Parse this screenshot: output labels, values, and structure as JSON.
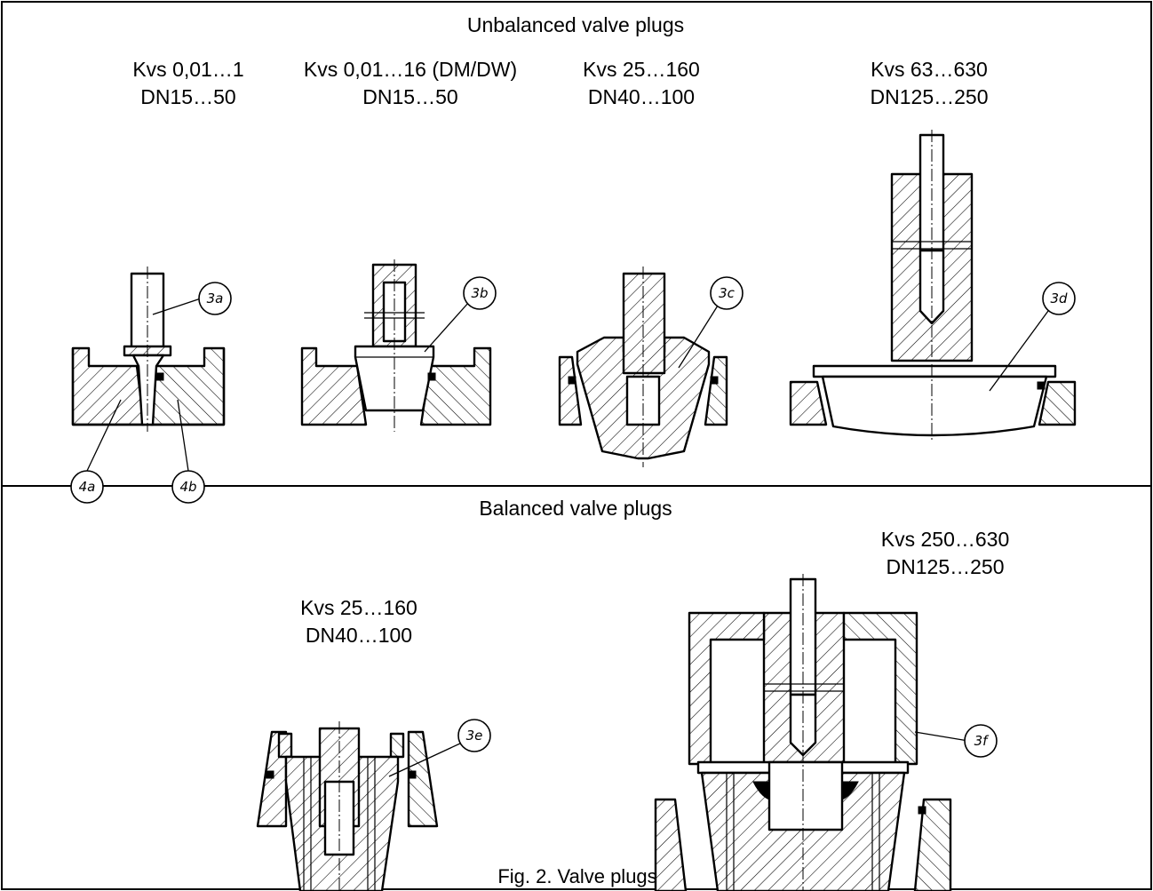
{
  "sections": {
    "unbalanced_title": "Unbalanced valve plugs",
    "balanced_title": "Balanced valve plugs"
  },
  "variants": {
    "a": {
      "kvs": "Kvs 0,01…1",
      "dn": "DN15…50"
    },
    "b": {
      "kvs": "Kvs 0,01…16 (DM/DW)",
      "dn": "DN15…50"
    },
    "c": {
      "kvs": "Kvs 25…160",
      "dn": "DN40…100"
    },
    "d": {
      "kvs": "Kvs 63…630",
      "dn": "DN125…250"
    },
    "e": {
      "kvs": "Kvs 25…160",
      "dn": "DN40…100"
    },
    "f": {
      "kvs": "Kvs 250…630",
      "dn": "DN125…250"
    }
  },
  "callouts": {
    "c3a": "3a",
    "c3b": "3b",
    "c3c": "3c",
    "c3d": "3d",
    "c3e": "3e",
    "c3f": "3f",
    "c4a": "4a",
    "c4b": "4b"
  },
  "caption": "Fig. 2. Valve plugs"
}
